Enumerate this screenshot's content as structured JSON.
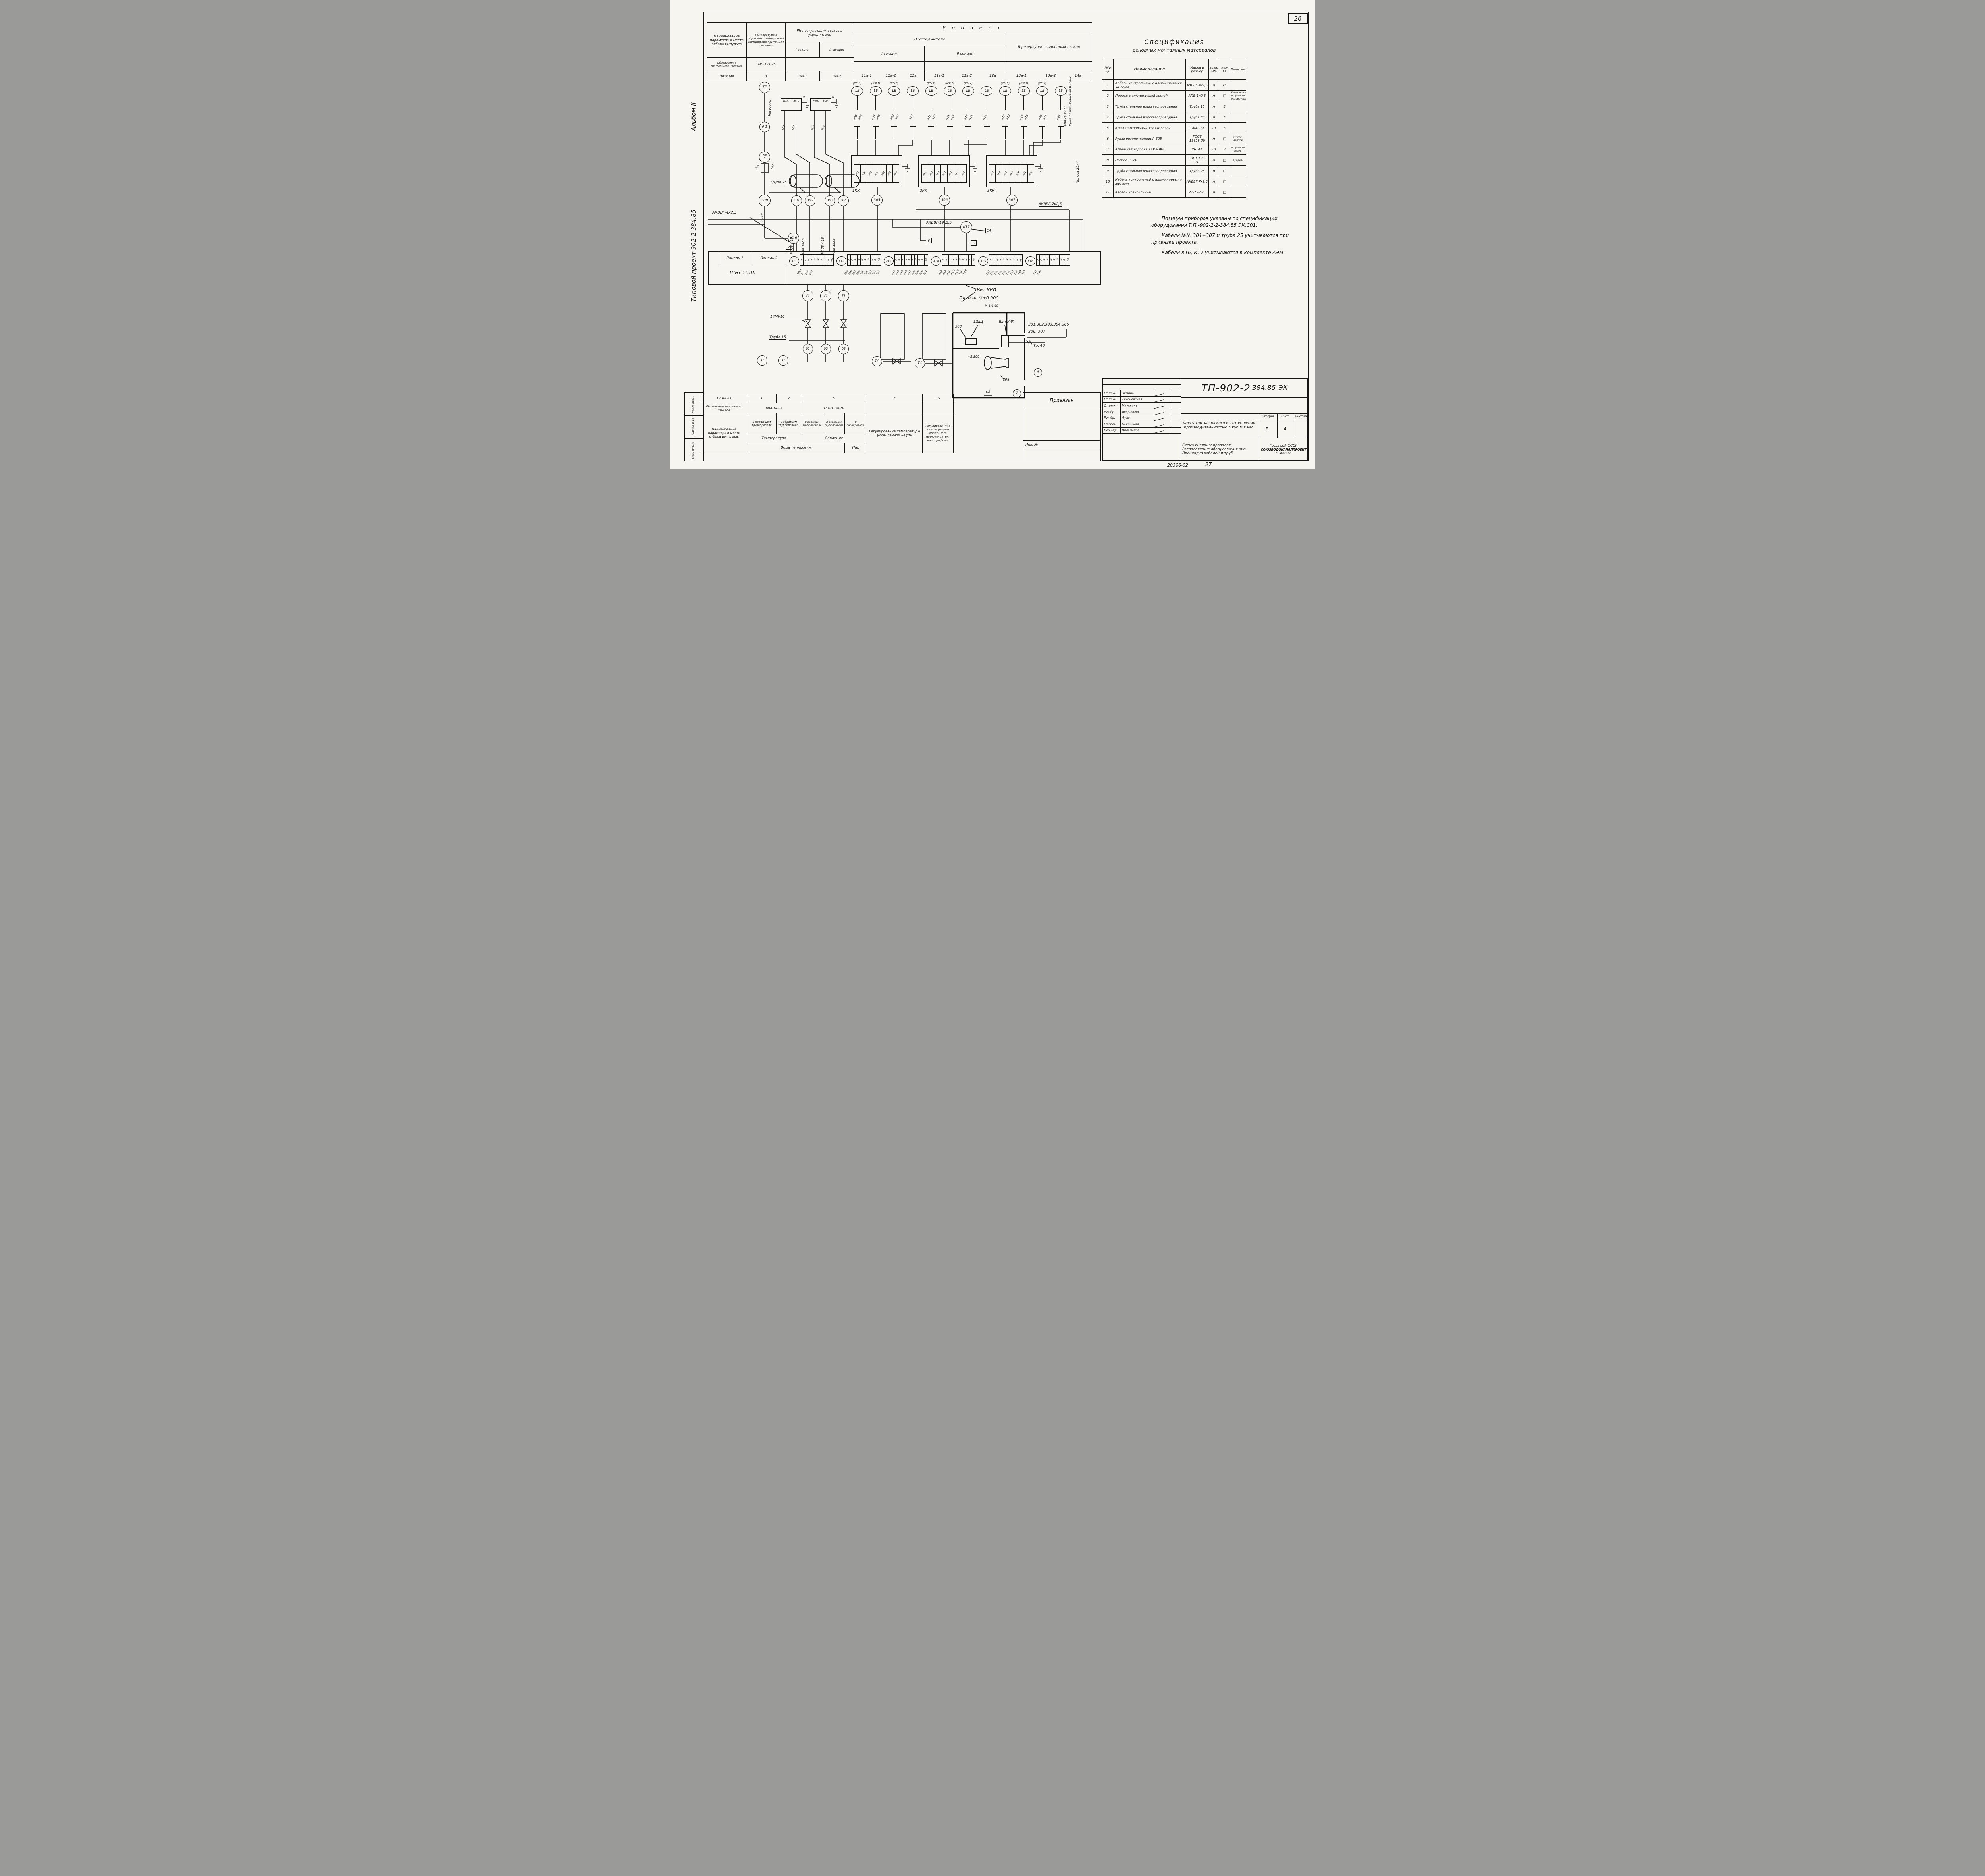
{
  "page": {
    "number": "26",
    "code": "20396-02",
    "code_page": "27"
  },
  "margin": {
    "project": "Типовой проект 902-2-384.85",
    "album": "Альбом II",
    "stamps": [
      "Инв.№ подл.",
      "Подпись и дата",
      "Взам. инв. №"
    ]
  },
  "param_table": {
    "name_header": "Наименование параметра и место отбора импульса",
    "temp_header": "Температура в обратном трубопроводе калорифера приточной системы",
    "ph_header": "РН поступающих стоков в усреднителе",
    "sections": [
      "I секция",
      "II секция"
    ],
    "mount_label": "Обозначение монтажного чертежа",
    "temp_mount": "ТМЦ-171-75",
    "pos_label": "Позиция",
    "positions": [
      "3",
      "10а-1",
      "10а-2"
    ]
  },
  "level_table": {
    "title": "У р о в е н ь",
    "group1": "В  усреднителе",
    "group2": "В резервуаре очищенных стоков",
    "sections": [
      "I секция",
      "II секция"
    ],
    "pos1": [
      "11а-1",
      "11а-2",
      "12а"
    ],
    "pos2": [
      "11а-1",
      "11а-2",
      "12а"
    ],
    "pos3": [
      "13а-1",
      "13а-2",
      "14а"
    ]
  },
  "spec": {
    "title1": "Спецификация",
    "title2": "основных монтажных материалов",
    "headers": {
      "num": "№№ п/п",
      "name": "Наименование",
      "mark": "Марка и размер",
      "unit": "Един. изм.",
      "qty": "Кол-во",
      "note": "Примечание"
    },
    "rows": [
      {
        "num": "1",
        "name": "Кабель контрольный с алюминиевыми жилами",
        "mark": "АКВВГ-4х2,5",
        "unit": "м",
        "qty": "15",
        "note": ""
      },
      {
        "num": "2",
        "name": "Провод с алюминиевой жилой",
        "mark": "АПВ-1х2,5",
        "unit": "м",
        "qty": "□",
        "note": "Учитывается в проекте резервуаров"
      },
      {
        "num": "3",
        "name": "Труба стальная водогазопроводная",
        "mark": "Труба 15",
        "unit": "м",
        "qty": "3",
        "note": ""
      },
      {
        "num": "4",
        "name": "Труба стальная водогазопроводная",
        "mark": "Труба 40",
        "unit": "м",
        "qty": "4",
        "note": ""
      },
      {
        "num": "5",
        "name": "Кран контрольный трехходовой",
        "mark": "14М1-16",
        "unit": "шт",
        "qty": "3",
        "note": ""
      },
      {
        "num": "6",
        "name": "Рукав резинотканевый Б25",
        "mark": "ГОСТ 18698-79",
        "unit": "м",
        "qty": "□",
        "note": "Учиты- вается"
      },
      {
        "num": "7",
        "name": "Клеммная коробка 1КК÷3КК",
        "mark": "У614А",
        "unit": "шт",
        "qty": "3",
        "note": "в проекте резер-"
      },
      {
        "num": "8",
        "name": "Полоса 25х4",
        "mark": "ГОСТ 106-76",
        "unit": "м",
        "qty": "□",
        "note": "вуаров."
      },
      {
        "num": "9",
        "name": "Труба стальная водогазопроводная",
        "mark": "Труба 25",
        "unit": "м",
        "qty": "□",
        "note": ""
      },
      {
        "num": "10",
        "name": "Кабель контрольный с алюминиевыми жилами.",
        "mark": "АКВВГ 7х2,5",
        "unit": "м",
        "qty": "□",
        "note": ""
      },
      {
        "num": "11",
        "name": "Кабель коаксильный",
        "mark": "РК-75-4-6.",
        "unit": "м",
        "qty": "□",
        "note": ""
      }
    ]
  },
  "notes": {
    "n1": "Позиции приборов указаны по спецификации оборудования Т.П.-902-2-2-384.85.ЭК.С01.",
    "n2": "Кабели №№ 301÷307 и труба 25 учитываются при привязке проекта.",
    "n3": "Кабели К16, К17 учитываются в комплекте АЭМ."
  },
  "schematic": {
    "le_label": "LE",
    "te": "ТЕ",
    "capillary": "Капилляр",
    "oi": "0-1",
    "tis": "ТIS",
    "tis_num": "3",
    "w701": "701",
    "w727": "727",
    "len15": "ℓ=15м",
    "c308": "308",
    "akvvg4": "АКВВГ-4х2,5",
    "truba25": "Труба 25",
    "rk75_1": "РК-75-4-16",
    "apv1_1": "АПВ-1х2,5",
    "rk75_2": "РК-75-4-16",
    "apv1_2": "АПВ-1х2,5",
    "izm": "Изм.",
    "vsp": "Всп.",
    "zero1": "0",
    "zero2": "0",
    "izm_boxes": [
      {
        "w1": "401",
        "w2": "402"
      },
      {
        "w1": "403",
        "w2": "404"
      }
    ],
    "cables": [
      "301",
      "302",
      "303",
      "304"
    ],
    "sensors": [
      {
        "ksl": "(KSL1)",
        "w1": "405",
        "w2": "406"
      },
      {
        "ksl": "(KSL1)",
        "w1": "407",
        "w2": "406"
      },
      {
        "ksl": "(KSL3)",
        "w1": "408",
        "w2": "409"
      },
      {
        "ksl": "",
        "w1": "410",
        "w2": ""
      },
      {
        "ksl": "(KSL2)",
        "w1": "411",
        "w2": "412"
      },
      {
        "ksl": "(KSL2)",
        "w1": "413",
        "w2": "412"
      },
      {
        "ksl": "(KSL4)",
        "w1": "414",
        "w2": "415"
      },
      {
        "ksl": "",
        "w1": "416",
        "w2": ""
      },
      {
        "ksl": "(KSL5)",
        "w1": "417",
        "w2": "418"
      },
      {
        "ksl": "(KSL5)",
        "w1": "419",
        "w2": "418"
      },
      {
        "ksl": "(KSL6)",
        "w1": "420",
        "w2": "421"
      },
      {
        "ksl": "",
        "w1": "422",
        "w2": ""
      }
    ],
    "kk_boxes": [
      {
        "name": "1КК",
        "cable": "305",
        "terminals": [
          "405",
          "406",
          "406",
          "407",
          "408",
          "409",
          "410"
        ]
      },
      {
        "name": "2КК",
        "cable": "306",
        "terminals": [
          "411",
          "412",
          "412",
          "413",
          "414",
          "415",
          "416"
        ]
      },
      {
        "name": "3КК",
        "cable": "307",
        "terminals": [
          "417",
          "418",
          "418",
          "419",
          "420",
          "421",
          "422"
        ]
      }
    ],
    "polosa": "Полоса 25х4",
    "apv2": "АПВ 2(1х2,5)",
    "rukav": "Рукав резино-тканевый Ф 25мм",
    "akvvg7": "АКВВГ-7х2,5",
    "akvvg19": "АКВВГ-19х2,5",
    "k16": "К16",
    "k17": "К17",
    "box2": "2",
    "box14": "14",
    "box6a": "6",
    "box6b": "6",
    "panel1": "Панель 1",
    "panel2": "Панель 2",
    "board": "Щит 1ШЩ",
    "strips": [
      {
        "name": "ХТ1",
        "terminals": [
          "1",
          "2",
          "3",
          "4",
          "5",
          "6",
          "7",
          "8",
          "9",
          "10"
        ],
        "wires": [
          "А801",
          "0",
          "807",
          "808"
        ]
      },
      {
        "name": "ХТ2",
        "terminals": [
          "1",
          "2",
          "3",
          "4",
          "5",
          "6",
          "7",
          "8",
          "9",
          "10"
        ],
        "wires": [
          "405",
          "406",
          "407",
          "408",
          "409",
          "410",
          "411",
          "412",
          "413"
        ]
      },
      {
        "name": "ХТ3",
        "terminals": [
          "1",
          "2",
          "3",
          "4",
          "5",
          "6",
          "7",
          "8",
          "9",
          "10"
        ],
        "wires": [
          "414",
          "415",
          "416",
          "416",
          "417",
          "418",
          "419",
          "420",
          "421"
        ]
      },
      {
        "name": "ХТ4",
        "terminals": [
          "1",
          "2",
          "3",
          "4",
          "5",
          "6",
          "7",
          "8",
          "9",
          "10"
        ],
        "wires": [
          "422",
          "422",
          "4-3",
          "4-21",
          "4-25",
          "7-3",
          "7-19"
        ]
      },
      {
        "name": "ХТ5",
        "terminals": [
          "1",
          "2",
          "3",
          "4",
          "5",
          "6",
          "7",
          "8",
          "9",
          "10"
        ],
        "wires": [
          "701",
          "701",
          "701",
          "701",
          "701",
          "711",
          "715",
          "717",
          "719",
          "745"
        ]
      },
      {
        "name": "ХТ6",
        "terminals": [
          "1",
          "2",
          "3",
          "4",
          "5",
          "6",
          "7",
          "8",
          "9",
          "10"
        ],
        "wires": [
          "747",
          "740"
        ]
      }
    ],
    "pi": "РI",
    "ti": "ТI",
    "tc": "ТС",
    "valve_mark": "14МI-16",
    "truba15": "Труба 15",
    "o1": "01",
    "o2": "02",
    "o3": "03"
  },
  "plan": {
    "board_kip_title": "Щит КИП",
    "title": "План на ▽±0.000",
    "scale": "М 1:100",
    "c308": "308",
    "board": "1ШЩ",
    "board_kip": "Щит КИП",
    "cables_line1": "301,302,303,304,305",
    "cables_line2": "306, 307",
    "tr40": "Тр. 40",
    "elev": "▽2.500",
    "c308b": "308",
    "p3": "п.3",
    "sec_a": "А",
    "sec_2": "2"
  },
  "bottom_table": {
    "pos_label": "Позиция",
    "positions": [
      "1",
      "2",
      "5",
      "4",
      "15"
    ],
    "mount_label": "Обозначение монтажного чертежа",
    "mount12": "ТМ4-142-7",
    "mount5": "ТК4-3138-70",
    "name_label": "Наименование параметра и место отбора импульса.",
    "c1": "В подающем трубопроводе",
    "c2": "В обратном трубопроводе.",
    "c3": "В подающ. трубопроводе",
    "c4": "В обратном трубопроводе",
    "c5": "В паропроводе.",
    "temp": "Температура",
    "press": "Давление",
    "water": "Вода  теплосети",
    "steam": "Пар",
    "reg4": "Регулирование температуры улов- ленной  нефти",
    "reg15": "Регулирова- ние темпе- ратуры обрат- ного теплоно- сителя кало- рифера."
  },
  "title_block": {
    "doc_main": "ТП-902-2",
    "doc_sub": "384.85-ЭК",
    "signatories": [
      {
        "role": "Ст.техн.",
        "name": "Зимина"
      },
      {
        "role": "Ст.техн.",
        "name": "Тихоновская"
      },
      {
        "role": "Ст.инж.",
        "name": "Мнускина"
      },
      {
        "role": "Рук.бр.",
        "name": "Аверьянов"
      },
      {
        "role": "Рук.бр.",
        "name": "Фукс."
      },
      {
        "role": "Гл.спец.",
        "name": "Беленькая"
      },
      {
        "role": "Нач.отд.",
        "name": "Кильметов"
      }
    ],
    "attach": "Привязан",
    "inv": "Инв. №",
    "object": "Флотатор заводского изготов- ления производительностью 5 куб.м  в час.",
    "stage_label": "Стадия",
    "sheet_label": "Лист",
    "sheets_label": "Листов",
    "stage": "Р.",
    "sheet": "4",
    "sheets": "",
    "title": "Схема внешних проводок Расположение оборудования кип. Прокладка кабелей и труб.",
    "org1": "Госстрой СССР",
    "org2": "СОЮЗВОДОКАНАЛПРОЕКТ",
    "org3": "г. Москва"
  }
}
